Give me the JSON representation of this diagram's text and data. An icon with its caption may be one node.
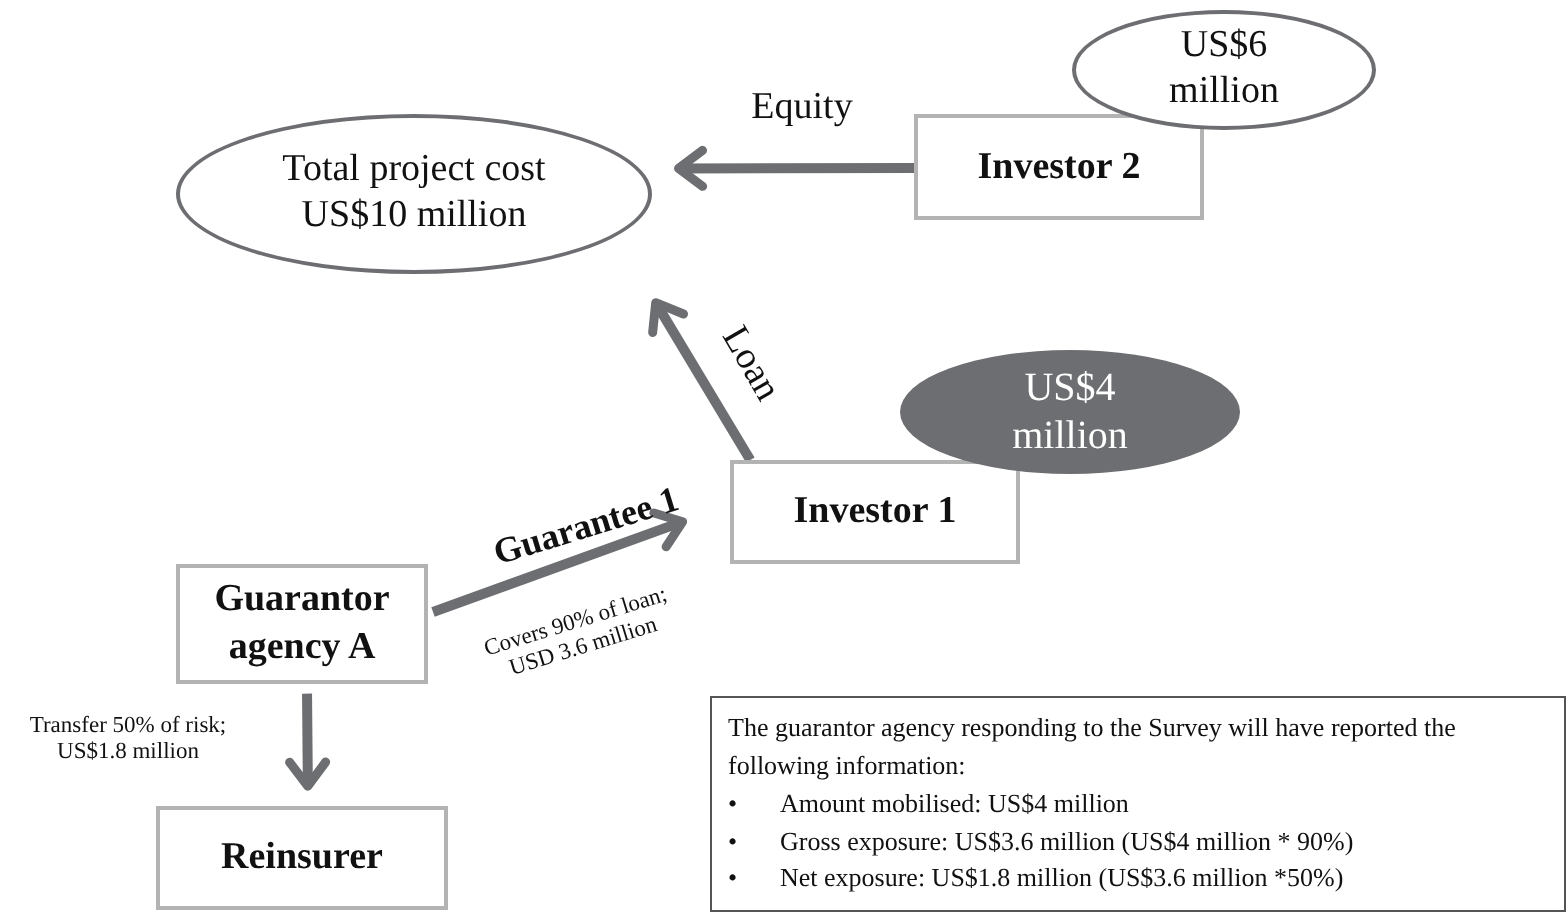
{
  "diagram": {
    "nodes": [
      {
        "text": [
          "Total project cost US$10 million"
        ]
      },
      {
        "text": [
          "Investor 2"
        ]
      },
      {
        "text": [
          "US$6 million"
        ]
      },
      {
        "text": [
          "Investor 1"
        ]
      },
      {
        "text": [
          "US$4 million"
        ]
      },
      {
        "text": [
          "Guarantor agency A"
        ]
      },
      {
        "text": [
          "Reinsurer"
        ]
      },
      {
        "text": [
          "The guarantor agency responding to the Survey will have reported the following information:",
          "•",
          "Amount mobilised: US$4 million",
          "•",
          "Gross exposure: US$3.6 million (US$4 million * 90%)",
          "•",
          "Net exposure: US$1.8 million (US$3.6 million *50%)"
        ]
      }
    ],
    "edges": [
      {
        "from": 1,
        "to": 0,
        "arrow": "to",
        "label": "Equity"
      },
      {
        "from": 3,
        "to": 0,
        "arrow": "to",
        "label": "Loan"
      },
      {
        "from": 5,
        "to": 3,
        "arrow": "to",
        "label": "Guarantee 1"
      },
      {
        "from": 5,
        "to": 6,
        "arrow": "to",
        "label": "Transfer 50% of risk; US$1.8 million"
      }
    ],
    "labels": [
      "Covers 90% of loan; USD 3.6 million"
    ]
  }
}
